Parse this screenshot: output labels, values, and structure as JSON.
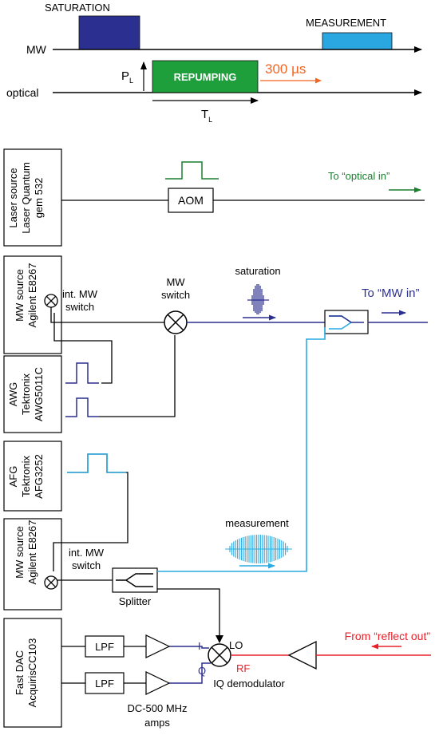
{
  "timing": {
    "saturation_label": "SATURATION",
    "measurement_label": "MEASUREMENT",
    "mw_label": "MW",
    "optical_label": "optical",
    "pl_main": "P",
    "pl_sub": "L",
    "repumping_label": "REPUMPING",
    "duration_label": "300 µs",
    "tl_main": "T",
    "tl_sub": "L"
  },
  "instruments": {
    "laser": [
      "Laser source",
      "Laser Quantum",
      "gem 532"
    ],
    "mw1": [
      "MW source",
      "Agilent E8267"
    ],
    "awg": [
      "AWG",
      "Tektronix",
      "AWG5011C"
    ],
    "afg": [
      "AFG",
      "Tektronix",
      "AFG3252"
    ],
    "mw2": [
      "MW source",
      "Agilent E8267"
    ],
    "dac": [
      "Fast DAC",
      "AcquirisCC103"
    ]
  },
  "labels": {
    "aom": "AOM",
    "to_optical": "To “optical in”",
    "int_mw_switch_1": [
      "int. MW",
      "switch"
    ],
    "mw_switch": [
      "MW",
      "switch"
    ],
    "saturation": "saturation",
    "to_mw": "To “MW in”",
    "measurement": "measurement",
    "int_mw_switch_2": [
      "int. MW",
      "switch"
    ],
    "splitter": "Splitter",
    "from_reflect": "From “reflect out”",
    "lpf": "LPF",
    "i": "I",
    "q": "Q",
    "lo": "LO",
    "rf": "RF",
    "amps": [
      "DC-500 MHz",
      "amps"
    ],
    "iq_demod": "IQ demodulator"
  },
  "colors": {
    "saturation_block": "#2b2f8f",
    "measurement_block": "#2aa7e0",
    "repump_block": "#1f9e3c",
    "orange": "#f26522",
    "navy": "#2b2f8f",
    "cyan": "#29abe2",
    "red": "#e8202a",
    "green": "#1a7f2e"
  }
}
